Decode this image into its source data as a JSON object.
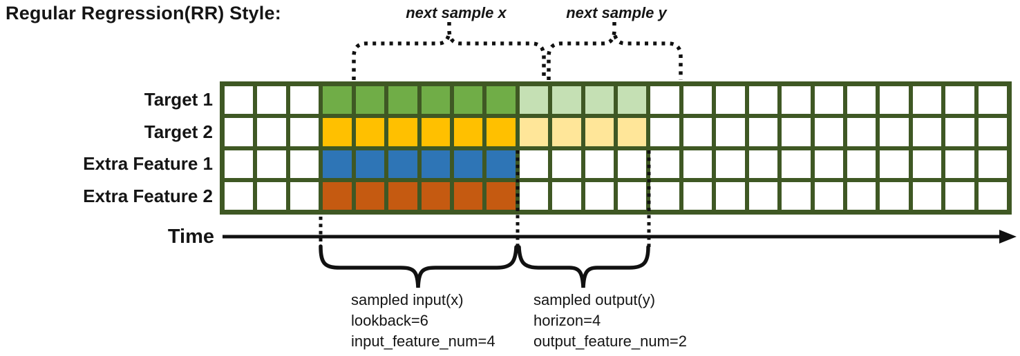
{
  "title": "Regular Regression(RR) Style:",
  "annotations": {
    "next_sample_x": "next sample x",
    "next_sample_y": "next sample y"
  },
  "axis": {
    "time_label": "Time"
  },
  "grid": {
    "total_columns": 24,
    "total_rows": 4,
    "lookback_start_col": 3,
    "lookback": 6,
    "horizon": 4,
    "rows": [
      {
        "label": "Target 1",
        "lookback_color": "green",
        "horizon_color": "light_green"
      },
      {
        "label": "Target 2",
        "lookback_color": "gold",
        "horizon_color": "light_gold"
      },
      {
        "label": "Extra Feature 1",
        "lookback_color": "blue",
        "horizon_color": null
      },
      {
        "label": "Extra Feature 2",
        "lookback_color": "orange",
        "horizon_color": null
      }
    ]
  },
  "notes": {
    "input": [
      "sampled input(x)",
      "lookback=6",
      "input_feature_num=4"
    ],
    "output": [
      "sampled output(y)",
      "horizon=4",
      "output_feature_num=2"
    ]
  },
  "colors": {
    "frame": "#3f5824",
    "cell_empty": "#ffffff",
    "green": "#70ad47",
    "light_green": "#c5e0b4",
    "gold": "#ffc000",
    "light_gold": "#ffe699",
    "blue": "#2e75b6",
    "orange": "#c55a11",
    "ink": "#111111"
  }
}
